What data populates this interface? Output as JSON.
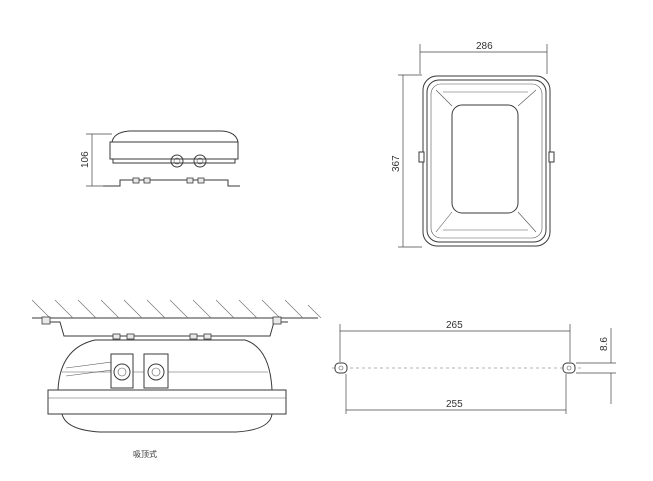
{
  "dimensions": {
    "side_height": "106",
    "top_width": "286",
    "top_height": "367",
    "mount_outer": "265",
    "mount_inner": "255",
    "mount_offset": "8.6"
  },
  "caption": "吸顶式"
}
